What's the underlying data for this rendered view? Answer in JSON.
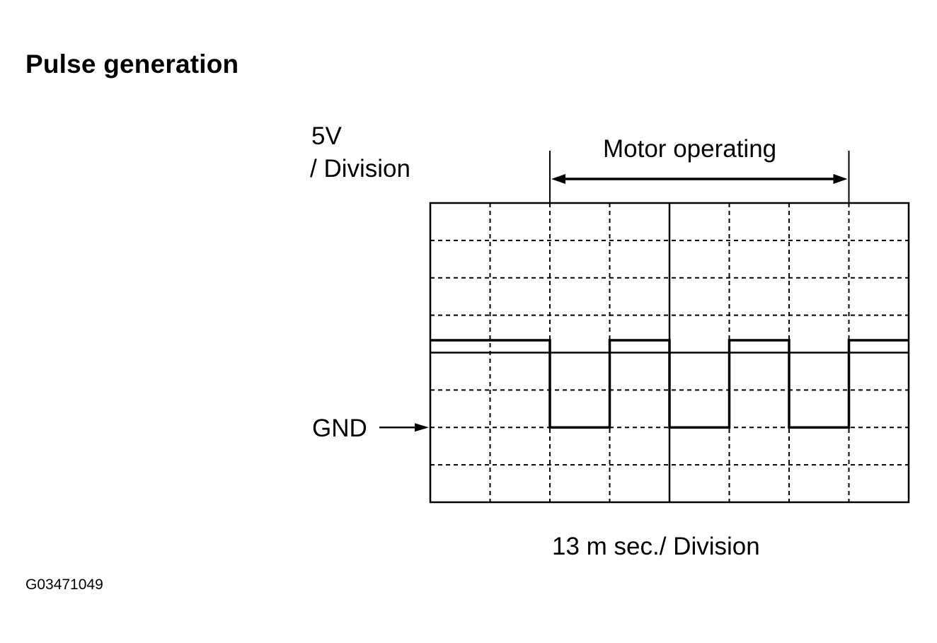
{
  "figure": {
    "title": "Pulse generation",
    "figure_code": "G03471049"
  },
  "chart_data": {
    "type": "line",
    "title": "Pulse generation",
    "vertical_scale_line1": "5V",
    "vertical_scale_line2": "/ Division",
    "horizontal_scale": "13 m sec./ Division",
    "ground_label": "GND",
    "interval_label": "Motor operating",
    "divisions": {
      "x": 8,
      "y": 8
    },
    "grid": true,
    "units": {
      "x": "divisions",
      "y": "divisions"
    },
    "ground_division": 2,
    "reference_line_division": 4,
    "interval": {
      "start": 2,
      "end": 7
    },
    "series": [
      {
        "points": [
          [
            0,
            4.33
          ],
          [
            2,
            4.33
          ],
          [
            2,
            2
          ],
          [
            3,
            2
          ],
          [
            3,
            4.33
          ],
          [
            4,
            4.33
          ],
          [
            4,
            2
          ],
          [
            5,
            2
          ],
          [
            5,
            4.33
          ],
          [
            6,
            4.33
          ],
          [
            6,
            2
          ],
          [
            7,
            2
          ],
          [
            7,
            4.33
          ],
          [
            8,
            4.33
          ]
        ]
      }
    ]
  }
}
